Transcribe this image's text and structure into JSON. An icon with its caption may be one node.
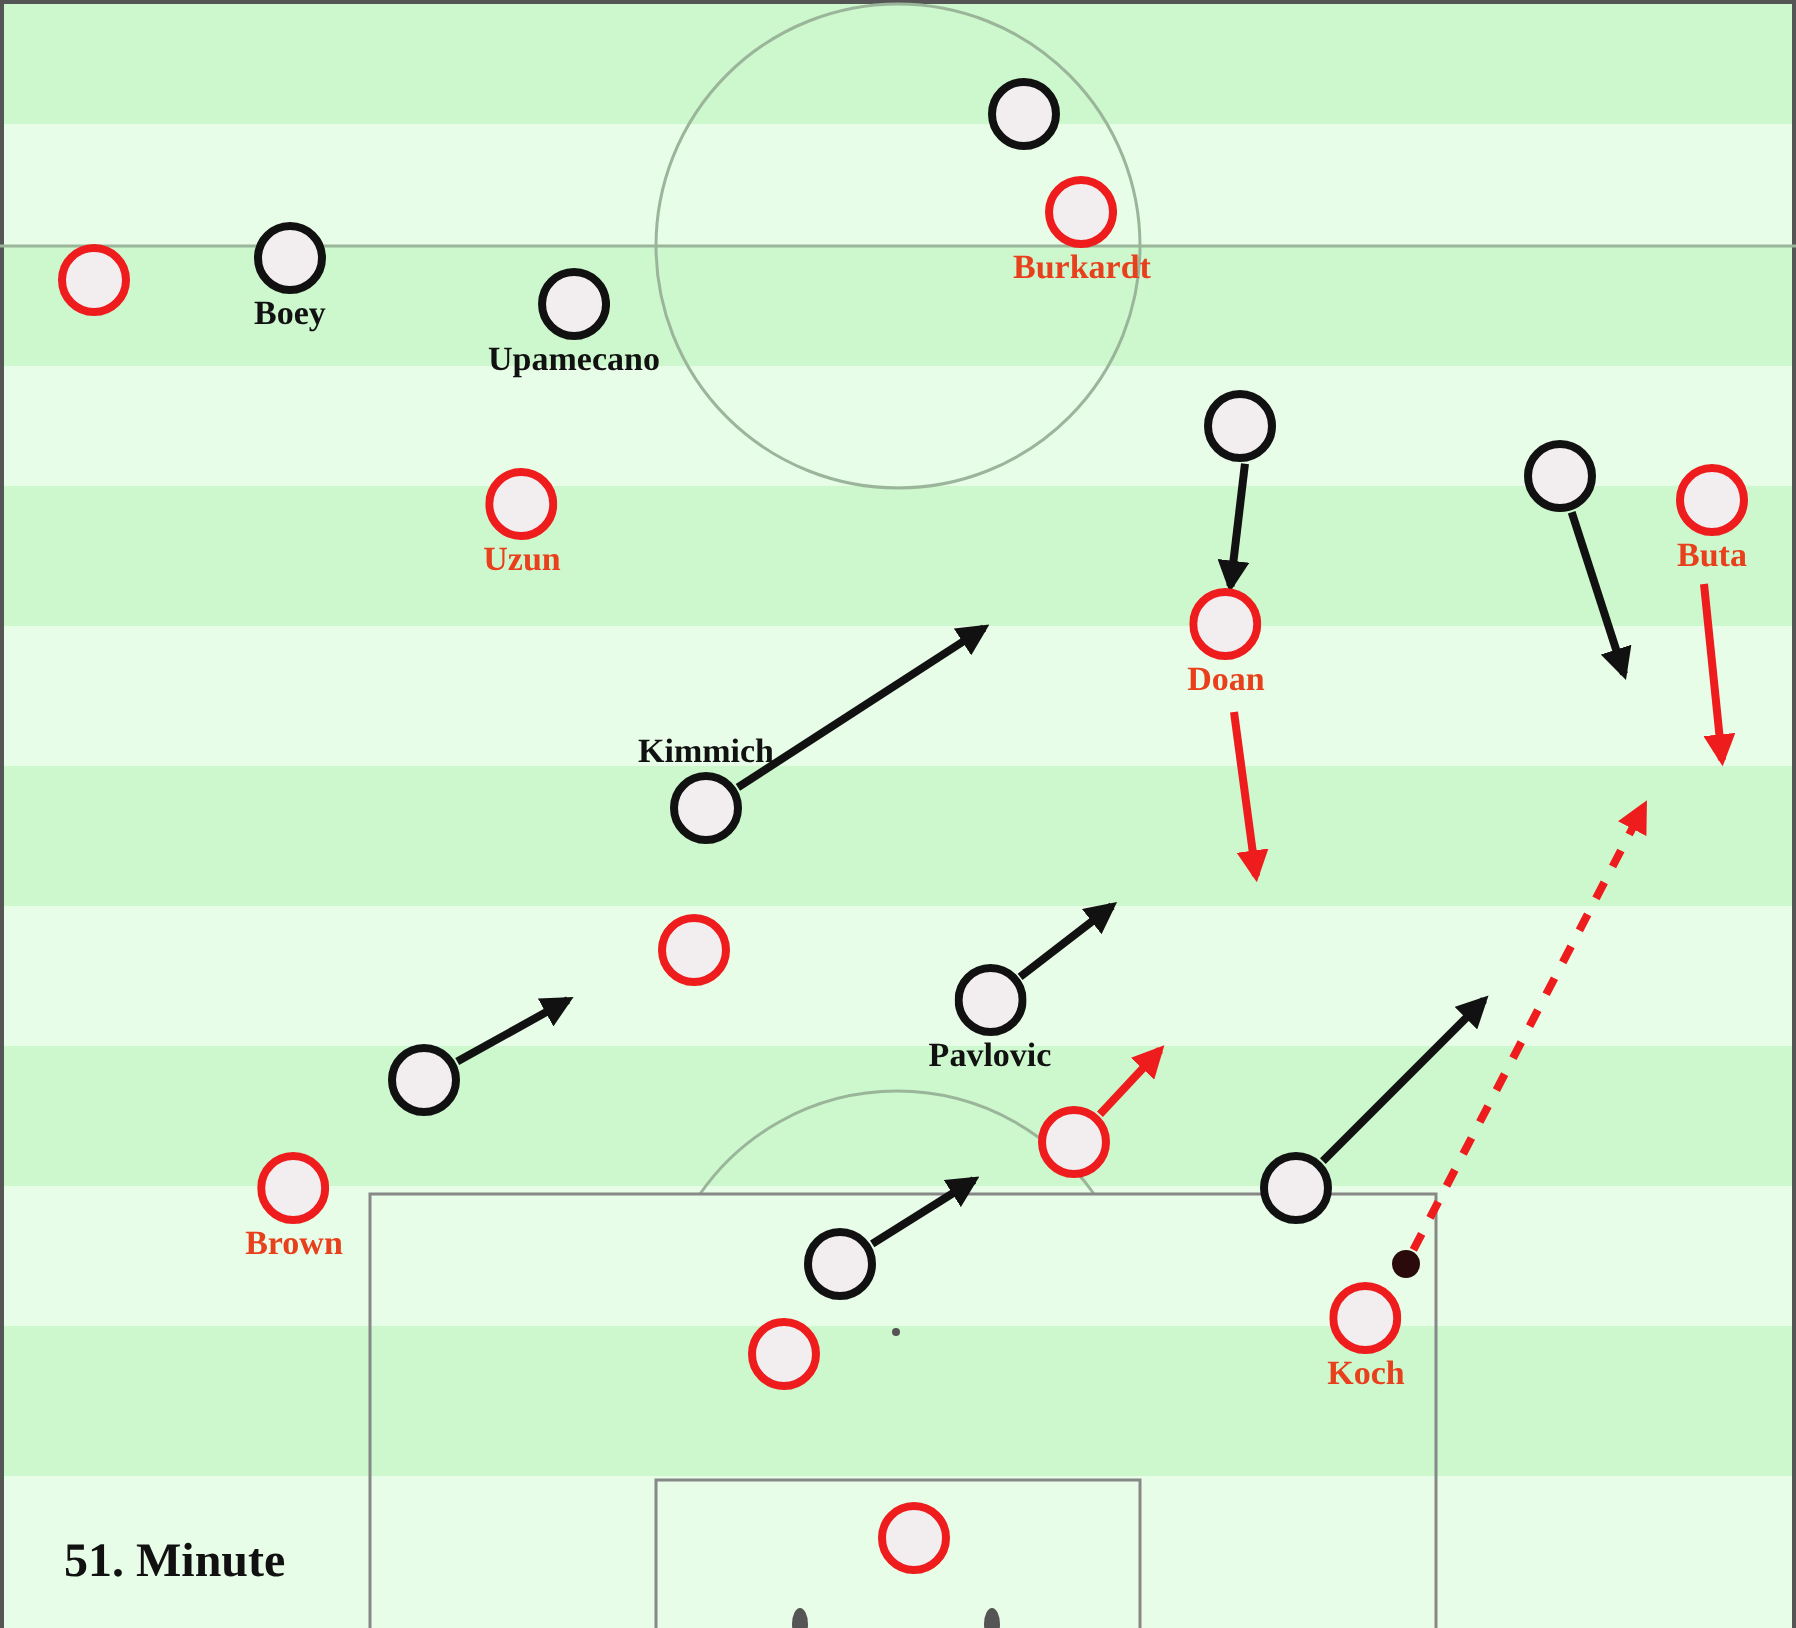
{
  "diagram": {
    "nodes": [
      {
        "text": [],
        "shape": "circle"
      },
      {
        "text": [
          "Burkardt"
        ]
      },
      {
        "text": [],
        "shape": "circle"
      },
      {
        "text": [
          "Boey"
        ]
      },
      {
        "text": [
          "Upamecano"
        ]
      },
      {
        "text": [],
        "shape": "circle"
      },
      {
        "text": [],
        "shape": "circle"
      },
      {
        "text": [
          "Uzun"
        ]
      },
      {
        "text": [
          "Buta"
        ]
      },
      {
        "text": [
          "Doan"
        ]
      },
      {
        "text": [
          "Kimmich"
        ]
      },
      {
        "text": [],
        "shape": "circle"
      },
      {
        "text": [
          "Pavlovic"
        ]
      },
      {
        "text": [],
        "shape": "circle"
      },
      {
        "text": [],
        "shape": "circle"
      },
      {
        "text": [
          "Brown"
        ]
      },
      {
        "text": [],
        "shape": "circle"
      },
      {
        "text": [],
        "shape": "circle"
      },
      {
        "text": [],
        "shape": "ball"
      },
      {
        "text": [
          "Koch"
        ]
      },
      {
        "text": [],
        "shape": "circle"
      },
      {
        "text": [],
        "shape": "circle"
      }
    ],
    "edges": [
      {
        "from": 5,
        "to": 9,
        "arrow": "to"
      },
      {
        "from": 6,
        "to": null,
        "arrow": "to"
      },
      {
        "from": 8,
        "to": null,
        "arrow": "to",
        "color": "#ee1c1c"
      },
      {
        "from": 9,
        "to": null,
        "arrow": "to",
        "color": "#ee1c1c"
      },
      {
        "from": 10,
        "to": null,
        "arrow": "to"
      },
      {
        "from": 12,
        "to": null,
        "arrow": "to"
      },
      {
        "from": 13,
        "to": null,
        "arrow": "to"
      },
      {
        "from": 14,
        "to": null,
        "arrow": "to",
        "color": "#ee1c1c"
      },
      {
        "from": 16,
        "to": null,
        "arrow": "to"
      },
      {
        "from": 17,
        "to": null,
        "arrow": "to"
      },
      {
        "from": 18,
        "to": null,
        "arrow": "to",
        "style": "dashed",
        "color": "#ee1c1c"
      }
    ],
    "labels": [
      "51. Minute"
    ]
  }
}
